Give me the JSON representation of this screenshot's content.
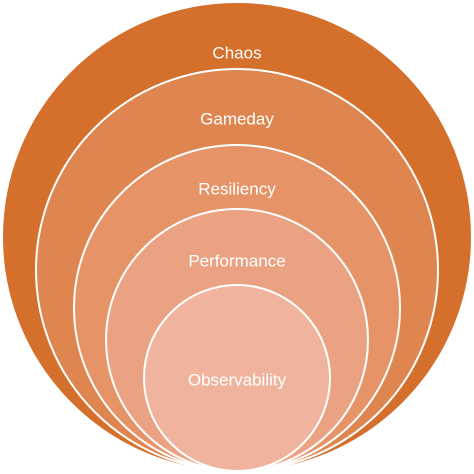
{
  "diagram": {
    "layers": [
      {
        "label": "Chaos",
        "fill": "#D56F2C"
      },
      {
        "label": "Gameday",
        "fill": "#DF8550"
      },
      {
        "label": "Resiliency",
        "fill": "#E79368"
      },
      {
        "label": "Performance",
        "fill": "#EBA283"
      },
      {
        "label": "Observability",
        "fill": "#F0B49E"
      }
    ],
    "stroke": "#ffffff"
  }
}
